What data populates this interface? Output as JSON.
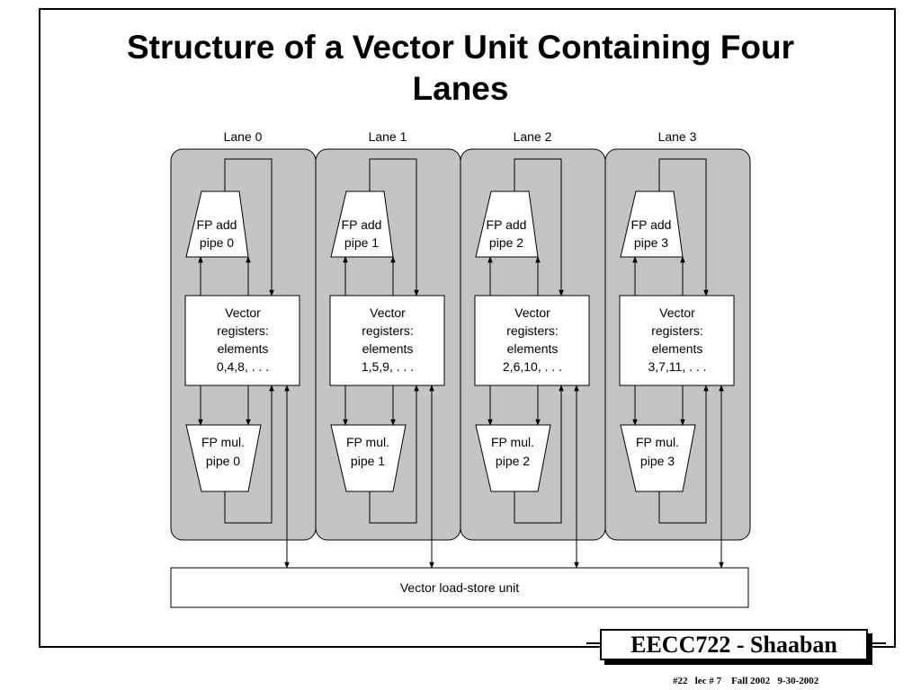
{
  "slide": {
    "title_line1": "Structure of a Vector Unit Containing Four",
    "title_line2": "Lanes",
    "badge": "EECC722 - Shaaban",
    "footer": "#22   lec # 7    Fall 2002   9-30-2002"
  },
  "diagram": {
    "lanes": [
      {
        "label": "Lane 0",
        "add": [
          "FP add",
          "pipe 0"
        ],
        "regs": [
          "Vector",
          "registers:",
          "elements",
          "0,4,8, . . ."
        ],
        "mul": [
          "FP mul.",
          "pipe 0"
        ]
      },
      {
        "label": "Lane 1",
        "add": [
          "FP add",
          "pipe 1"
        ],
        "regs": [
          "Vector",
          "registers:",
          "elements",
          "1,5,9, . . ."
        ],
        "mul": [
          "FP mul.",
          "pipe 1"
        ]
      },
      {
        "label": "Lane 2",
        "add": [
          "FP add",
          "pipe 2"
        ],
        "regs": [
          "Vector",
          "registers:",
          "elements",
          "2,6,10, . . ."
        ],
        "mul": [
          "FP mul.",
          "pipe 2"
        ]
      },
      {
        "label": "Lane 3",
        "add": [
          "FP add",
          "pipe 3"
        ],
        "regs": [
          "Vector",
          "registers:",
          "elements",
          "3,7,11, . . ."
        ],
        "mul": [
          "FP mul.",
          "pipe 3"
        ]
      }
    ],
    "load_store_label": "Vector load-store unit",
    "colors": {
      "lane_fill": "#c4c4c4",
      "box_fill": "#ffffff",
      "stroke": "#000000"
    }
  }
}
